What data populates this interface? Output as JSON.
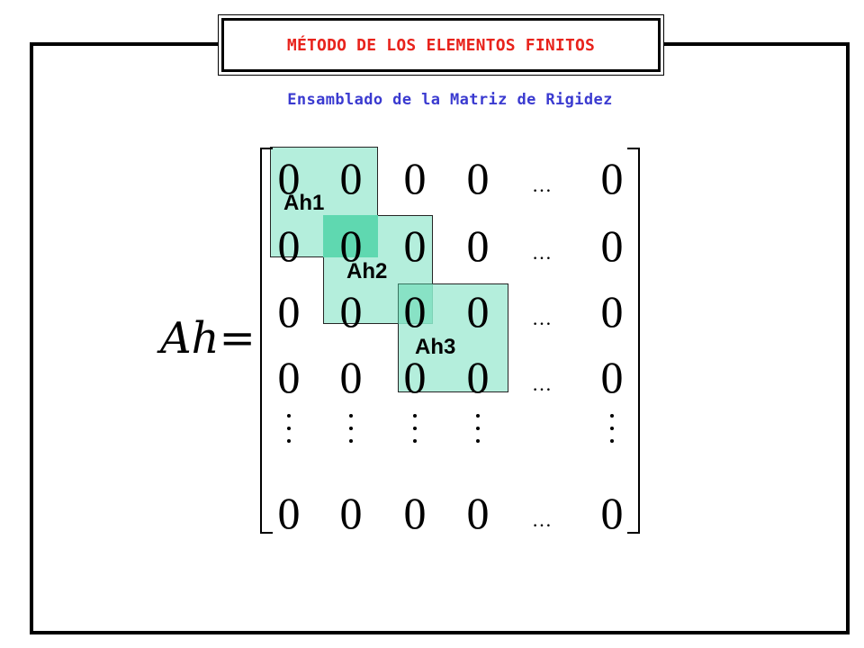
{
  "header": {
    "title": "MÉTODO DE LOS ELEMENTOS FINITOS",
    "subtitle": "Ensamblado de la Matriz de Rigidez"
  },
  "equation": {
    "lhs_name": "Ah",
    "equals": "="
  },
  "matrix": {
    "rows": [
      [
        "0",
        "0",
        "0",
        "0",
        "…",
        "0"
      ],
      [
        "0",
        "0",
        "0",
        "0",
        "…",
        "0"
      ],
      [
        "0",
        "0",
        "0",
        "0",
        "…",
        "0"
      ],
      [
        "0",
        "0",
        "0",
        "0",
        "…",
        "0"
      ],
      [
        "⋮",
        "⋮",
        "⋮",
        "⋮",
        "",
        "⋮"
      ],
      [
        "0",
        "0",
        "0",
        "0",
        "…",
        "0"
      ]
    ]
  },
  "blocks": [
    {
      "label": "Ah1"
    },
    {
      "label": "Ah2"
    },
    {
      "label": "Ah3"
    }
  ],
  "colors": {
    "title": "#e8231c",
    "subtitle": "#3a3ad0",
    "block_fill": "#a8ecd7",
    "block_overlap": "#5fd8b0",
    "frame": "#000000"
  }
}
